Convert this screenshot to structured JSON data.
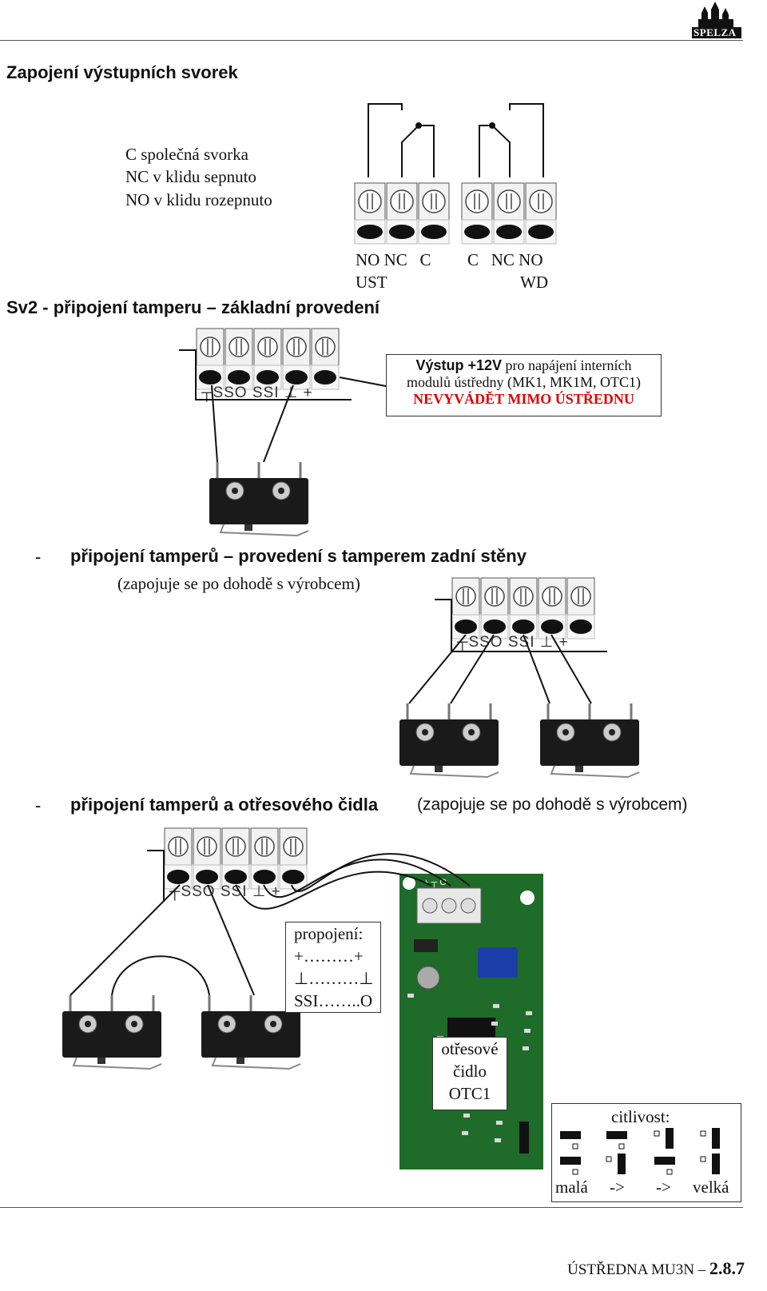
{
  "header": {
    "logo_text": "SPELZA"
  },
  "section1": {
    "title": "Zapojení výstupních svorek",
    "legend": [
      "C společná svorka",
      "NC v klidu sepnuto",
      "NO v klidu rozepnuto"
    ],
    "terminal_labels_left": "NO NC   C",
    "terminal_labels_right": "C   NC NO",
    "group_left": "UST",
    "group_right": "WD"
  },
  "section2": {
    "title": "Sv2 - připojení tamperu – základní provedení",
    "strip_labels": "┬SSO SSI ⊥ +",
    "note_bold": "Výstup +12V",
    "note_rest": " pro napájení interních",
    "note_line2": "modulů ústředny (MK1, MK1M, OTC1)",
    "note_warning": "NEVYVÁDĚT MIMO ÚSTŘEDNU"
  },
  "section3": {
    "dash": "-",
    "title": "připojení tamperů – provedení s tamperem zadní stěny",
    "subtitle": "(zapojuje se po dohodě s výrobcem)",
    "strip_labels": "┬SSO SSI ⊥ +"
  },
  "section4": {
    "dash": "-",
    "title": "připojení tamperů a otřesového čidla",
    "subtitle": "(zapojuje se po dohodě s výrobcem)",
    "strip_labels": "┬SSO SSI ⊥ +",
    "interconnect": [
      "propojení:",
      "+………+",
      "⊥………⊥",
      "SSI……..O"
    ],
    "sensor_label": [
      "otřesové",
      "čidlo",
      "OTC1"
    ],
    "board_terminal_labels": "+ ┬ O",
    "sensitivity_title": "citlivost:",
    "sensitivity_scale": [
      "malá",
      "->",
      "->",
      "velká"
    ]
  },
  "footer": {
    "doc_name": "ÚSTŘEDNA MU3N –",
    "page_number": "2.8.7"
  },
  "colors": {
    "warning": "#e00000",
    "pcb_green": "#1f6b2a",
    "relay_black": "#1a1a1a",
    "capacitor_blue": "#1b3da8"
  }
}
